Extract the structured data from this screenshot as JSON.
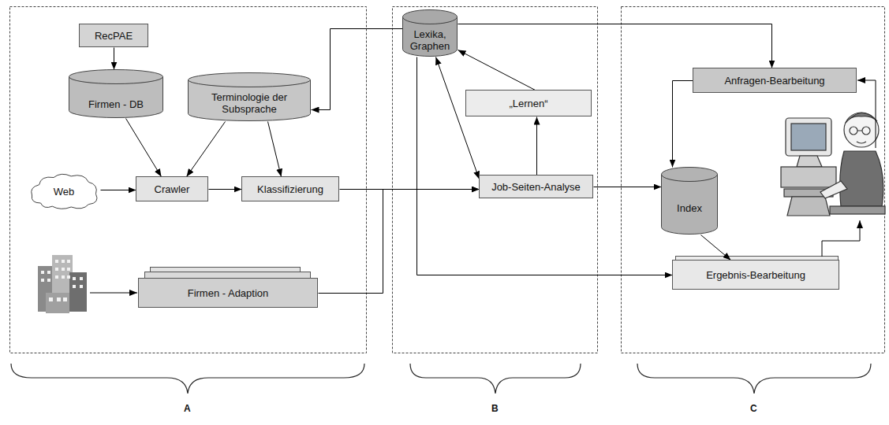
{
  "diagram": {
    "nodes": [
      {
        "text": [
          "RecPAE"
        ]
      },
      {
        "text": [
          "Firmen - DB"
        ]
      },
      {
        "text": [
          "Terminologie der Subsprache"
        ]
      },
      {
        "text": [
          "Web"
        ]
      },
      {
        "text": [
          "Crawler"
        ]
      },
      {
        "text": [
          "Klassifizierung"
        ]
      },
      {
        "text": [
          "Firmen - Adaption"
        ]
      },
      {
        "text": [
          "Lexika, Graphen"
        ]
      },
      {
        "text": [
          "„Lernen“"
        ]
      },
      {
        "text": [
          "Job-Seiten-Analyse"
        ]
      },
      {
        "text": [
          "Anfragen-Bearbeitung"
        ]
      },
      {
        "text": [
          "Index"
        ]
      },
      {
        "text": [
          "Ergebnis-Bearbeitung"
        ]
      }
    ],
    "edges": [
      {
        "from": 0,
        "to": 1,
        "arrow": "to"
      },
      {
        "from": 1,
        "to": 4,
        "arrow": "to"
      },
      {
        "from": 2,
        "to": 4,
        "arrow": "to"
      },
      {
        "from": 2,
        "to": 5,
        "arrow": "to"
      },
      {
        "from": 3,
        "to": 4,
        "arrow": "to"
      },
      {
        "from": 4,
        "to": 5,
        "arrow": "to"
      },
      {
        "from": 5,
        "to": 9,
        "arrow": "to"
      },
      {
        "from": 6,
        "to": 9,
        "arrow": "to"
      },
      {
        "from": 7,
        "to": 9,
        "arrow": "both"
      },
      {
        "from": 9,
        "to": 8,
        "arrow": "to"
      },
      {
        "from": 8,
        "to": 7,
        "arrow": "to"
      },
      {
        "from": 7,
        "to": 2,
        "arrow": "to"
      },
      {
        "from": 7,
        "to": 10,
        "arrow": "to"
      },
      {
        "from": 7,
        "to": 12,
        "arrow": "to"
      },
      {
        "from": 9,
        "to": 11,
        "arrow": "to"
      },
      {
        "from": 11,
        "to": 12,
        "arrow": "to"
      },
      {
        "from": 10,
        "to": 11,
        "arrow": "to"
      }
    ],
    "labels": [
      "A",
      "B",
      "C"
    ]
  }
}
